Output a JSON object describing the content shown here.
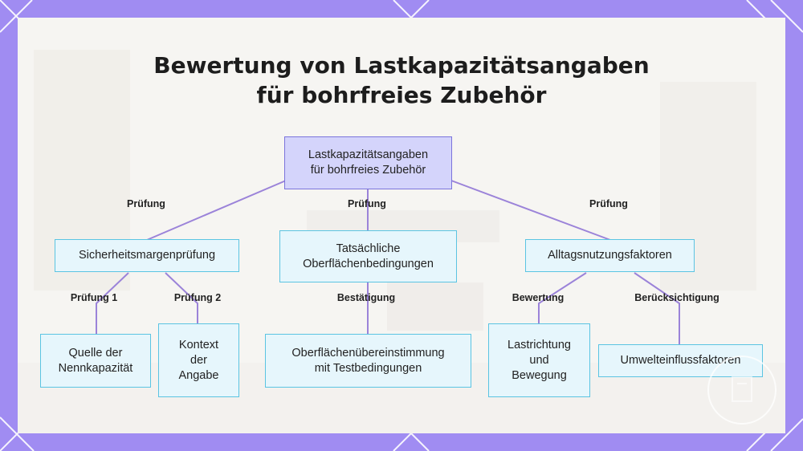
{
  "title": {
    "line1": "Bewertung von Lastkapazitätsangaben",
    "line2": "für bohrfreies Zubehör"
  },
  "nodes": {
    "root": "Lastkapazitätsangaben\nfür bohrfreies Zubehör",
    "safety": "Sicherheitsmargenprüfung",
    "surface": "Tatsächliche\nOberflächenbedingungen",
    "daily": "Alltagsnutzungsfaktoren",
    "source": "Quelle der\nNennkapazität",
    "context": "Kontext\nder\nAngabe",
    "match": "Oberflächenübereinstimmung\nmit Testbedingungen",
    "direction": "Lastrichtung\nund\nBewegung",
    "environment": "Umwelteinflussfaktoren"
  },
  "edge_labels": {
    "root_safety": "Prüfung",
    "root_surface": "Prüfung",
    "root_daily": "Prüfung",
    "safety_source": "Prüfung 1",
    "safety_context": "Prüfung 2",
    "surface_match": "Bestätigung",
    "daily_direction": "Bewertung",
    "daily_environment": "Berücksichtigung"
  },
  "colors": {
    "frame": "#a08cf2",
    "panel": "#f7f6f4",
    "connector": "#9b83d9",
    "root_fill": "#d4d4fb",
    "root_border": "#7b74dc",
    "node_fill": "#e6f6fc",
    "node_border": "#5bc4e2"
  }
}
